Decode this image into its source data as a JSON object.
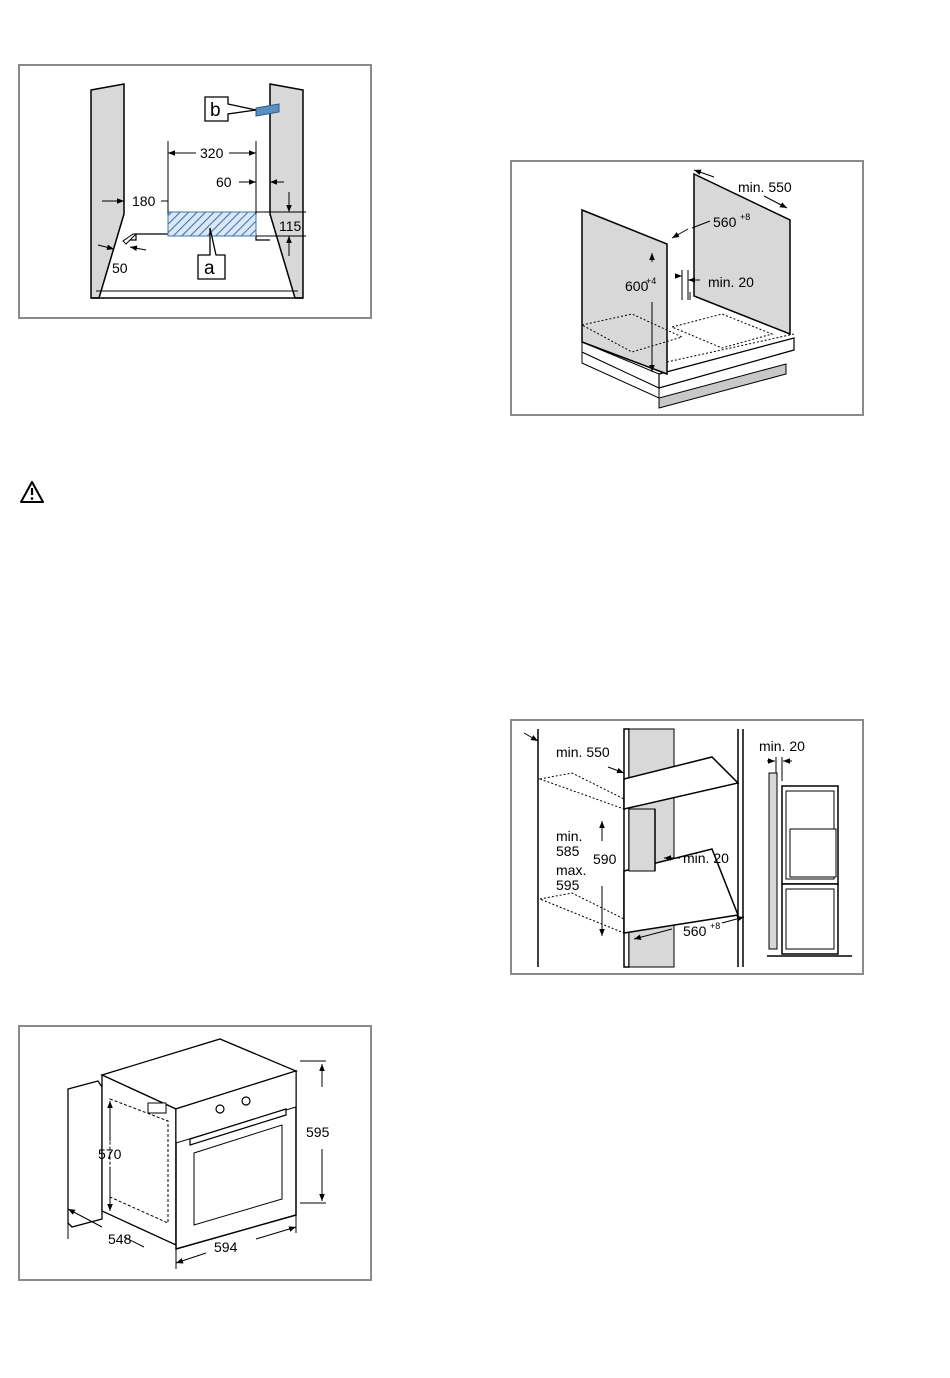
{
  "figure1": {
    "label_b": "b",
    "label_a": "a",
    "dim_320": "320",
    "dim_60": "60",
    "dim_180": "180",
    "dim_115": "115",
    "dim_50": "50"
  },
  "figure2": {
    "dim_min550": "min. 550",
    "dim_560": "560",
    "dim_560_tol": "+8",
    "dim_600": "600",
    "dim_600_tol": "+4",
    "dim_min20": "min. 20"
  },
  "warning": {
    "icon": "warning-triangle-icon"
  },
  "figure3": {
    "dim_min550": "min. 550",
    "dim_min20_top": "min. 20",
    "dim_min585_1": "min.",
    "dim_min585_2": "585",
    "dim_590": "590",
    "dim_max595_1": "max.",
    "dim_max595_2": "595",
    "dim_min20": "min. 20",
    "dim_560": "560",
    "dim_560_tol": "+8"
  },
  "figure4": {
    "dim_595": "595",
    "dim_570": "570",
    "dim_548": "548",
    "dim_594": "594"
  },
  "colors": {
    "frame": "#8a8a8a",
    "wall": "#d8d8d8",
    "hatch": "#3c78b4",
    "vent": "#5a8fc0"
  }
}
